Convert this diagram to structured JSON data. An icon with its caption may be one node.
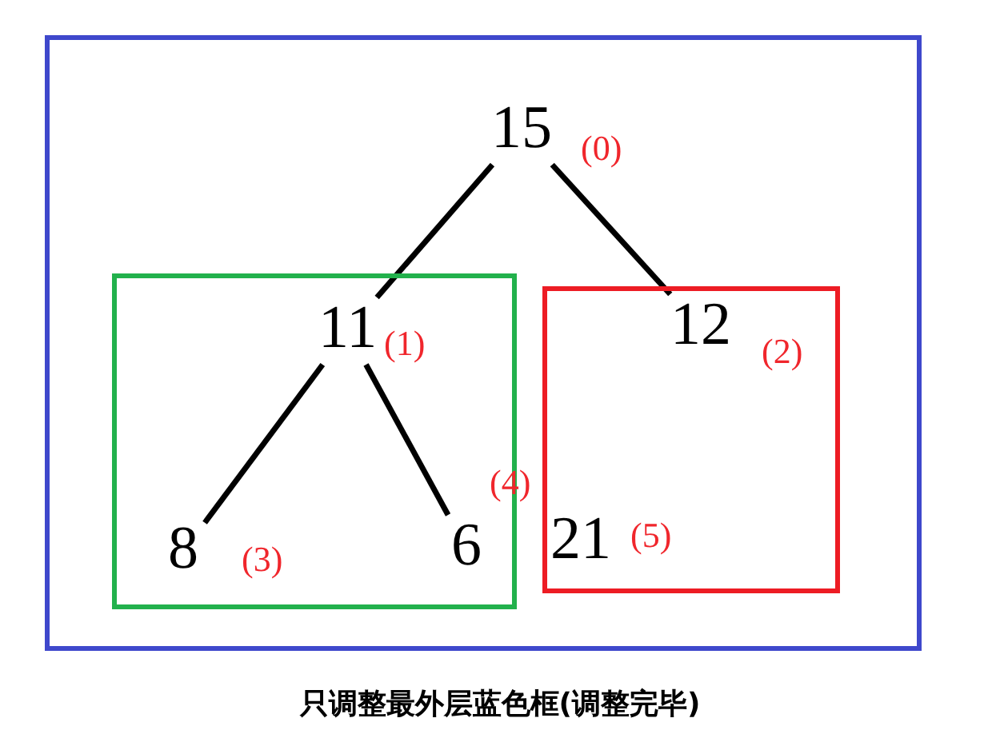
{
  "diagram": {
    "caption": "只调整最外层蓝色框(调整完毕)",
    "nodes": [
      {
        "text": [],
        "shape": "box"
      },
      {
        "text": [
          "15"
        ],
        "in": 0,
        "beside": [
          "(0)"
        ]
      },
      {
        "text": [],
        "shape": "box",
        "in": 0
      },
      {
        "text": [
          "11"
        ],
        "in": 2,
        "beside": [
          "(1)"
        ]
      },
      {
        "text": [],
        "shape": "box",
        "in": 0
      },
      {
        "text": [
          "12"
        ],
        "in": 4,
        "beside": [
          "(2)"
        ]
      },
      {
        "text": [
          "8"
        ],
        "in": 2,
        "beside": [
          "(3)"
        ]
      },
      {
        "text": [
          "6"
        ],
        "in": 2,
        "beside": [
          "(4)"
        ]
      },
      {
        "text": [
          "21"
        ],
        "in": 4,
        "beside": [
          "(5)"
        ]
      }
    ],
    "edges": [
      {
        "from": 1,
        "to": 3,
        "arrow": "none"
      },
      {
        "from": 1,
        "to": 5,
        "arrow": "none"
      },
      {
        "from": 3,
        "to": 6,
        "arrow": "none"
      },
      {
        "from": 3,
        "to": 7,
        "arrow": "none"
      }
    ]
  }
}
